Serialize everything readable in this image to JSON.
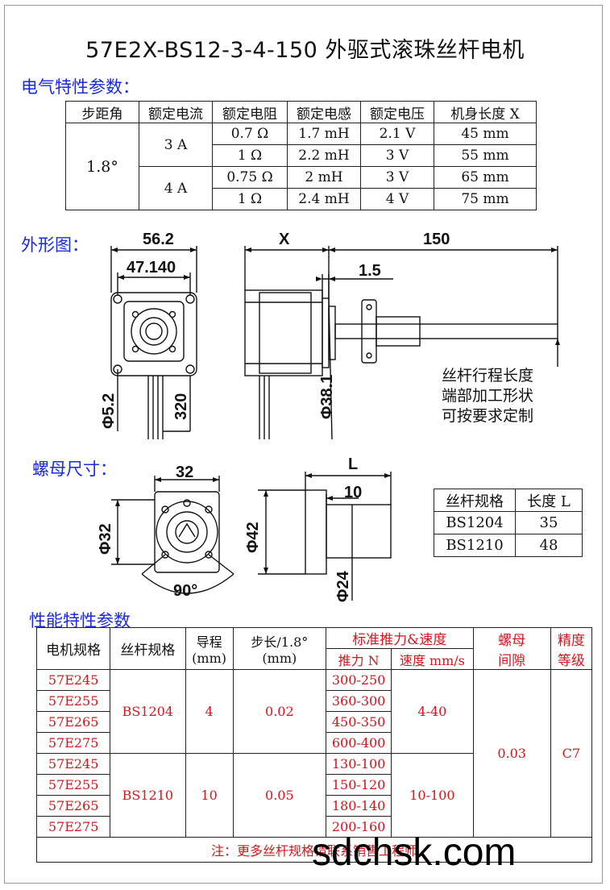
{
  "title": "57E2X-BS12-3-4-150 外驱式滚珠丝杆电机",
  "sections": {
    "electrical": "电气特性参数：",
    "outline": "外形图：",
    "nut": "螺母尺寸：",
    "performance": "性能特性参数"
  },
  "electrical_table": {
    "headers": [
      "步距角",
      "额定电流",
      "额定电阻",
      "额定电感",
      "额定电压",
      "机身长度 X"
    ],
    "step_angle": "1.8°",
    "currents": [
      "3 A",
      "4 A"
    ],
    "rows": [
      {
        "resistance": "0.7 Ω",
        "inductance": "1.7 mH",
        "voltage": "2.1 V",
        "length": "45 mm"
      },
      {
        "resistance": "1 Ω",
        "inductance": "2.2 mH",
        "voltage": "3 V",
        "length": "55 mm"
      },
      {
        "resistance": "0.75 Ω",
        "inductance": "2 mH",
        "voltage": "3 V",
        "length": "65 mm"
      },
      {
        "resistance": "1 Ω",
        "inductance": "2.4 mH",
        "voltage": "4 V",
        "length": "75 mm"
      }
    ]
  },
  "outline_dims": {
    "width": "56.2",
    "hole_pitch": "47.140",
    "x": "X",
    "shaft_len": "150",
    "step": "1.5",
    "boss_dia": "Φ38.1",
    "hole_dia": "Φ5.2",
    "lead_len": "320",
    "note_lines": [
      "丝杆行程长度",
      "端部加工形状",
      "可按要求定制"
    ]
  },
  "nut_dims": {
    "width": "32",
    "dia": "Φ32",
    "angle": "90°",
    "len": "L",
    "flange": "10",
    "flange_dia": "Φ42",
    "body_dia": "Φ24"
  },
  "nut_table": {
    "headers": [
      "丝杆规格",
      "长度 L"
    ],
    "rows": [
      [
        "BS1204",
        "35"
      ],
      [
        "BS1210",
        "48"
      ]
    ]
  },
  "performance_table": {
    "headers": {
      "motor": "电机规格",
      "screw": "丝杆规格",
      "lead": "导程",
      "lead_unit": "(mm)",
      "step": "步长/1.8°",
      "step_unit": "(mm)",
      "force_speed": "标准推力&速度",
      "force": "推力 N",
      "speed": "速度 mm/s",
      "backlash": "螺母\n间隙",
      "backlash_1": "螺母",
      "backlash_2": "间隙",
      "grade_1": "精度",
      "grade_2": "等级"
    },
    "groups": [
      {
        "screw": "BS1204",
        "lead": "4",
        "step": "0.02",
        "speed": "4-40",
        "motors": [
          "57E245",
          "57E255",
          "57E265",
          "57E275"
        ],
        "forces": [
          "300-250",
          "360-300",
          "450-350",
          "600-400"
        ]
      },
      {
        "screw": "BS1210",
        "lead": "10",
        "step": "0.05",
        "speed": "10-100",
        "motors": [
          "57E245",
          "57E255",
          "57E265",
          "57E275"
        ],
        "forces": [
          "130-100",
          "150-120",
          "180-140",
          "200-160"
        ]
      }
    ],
    "backlash": "0.03",
    "grade": "C7",
    "note": "注：更多丝杆规格请联系销售工程师"
  },
  "watermark": "sdchsk.com",
  "colors": {
    "blue": "#1a2ae0",
    "red": "#d3171f"
  }
}
